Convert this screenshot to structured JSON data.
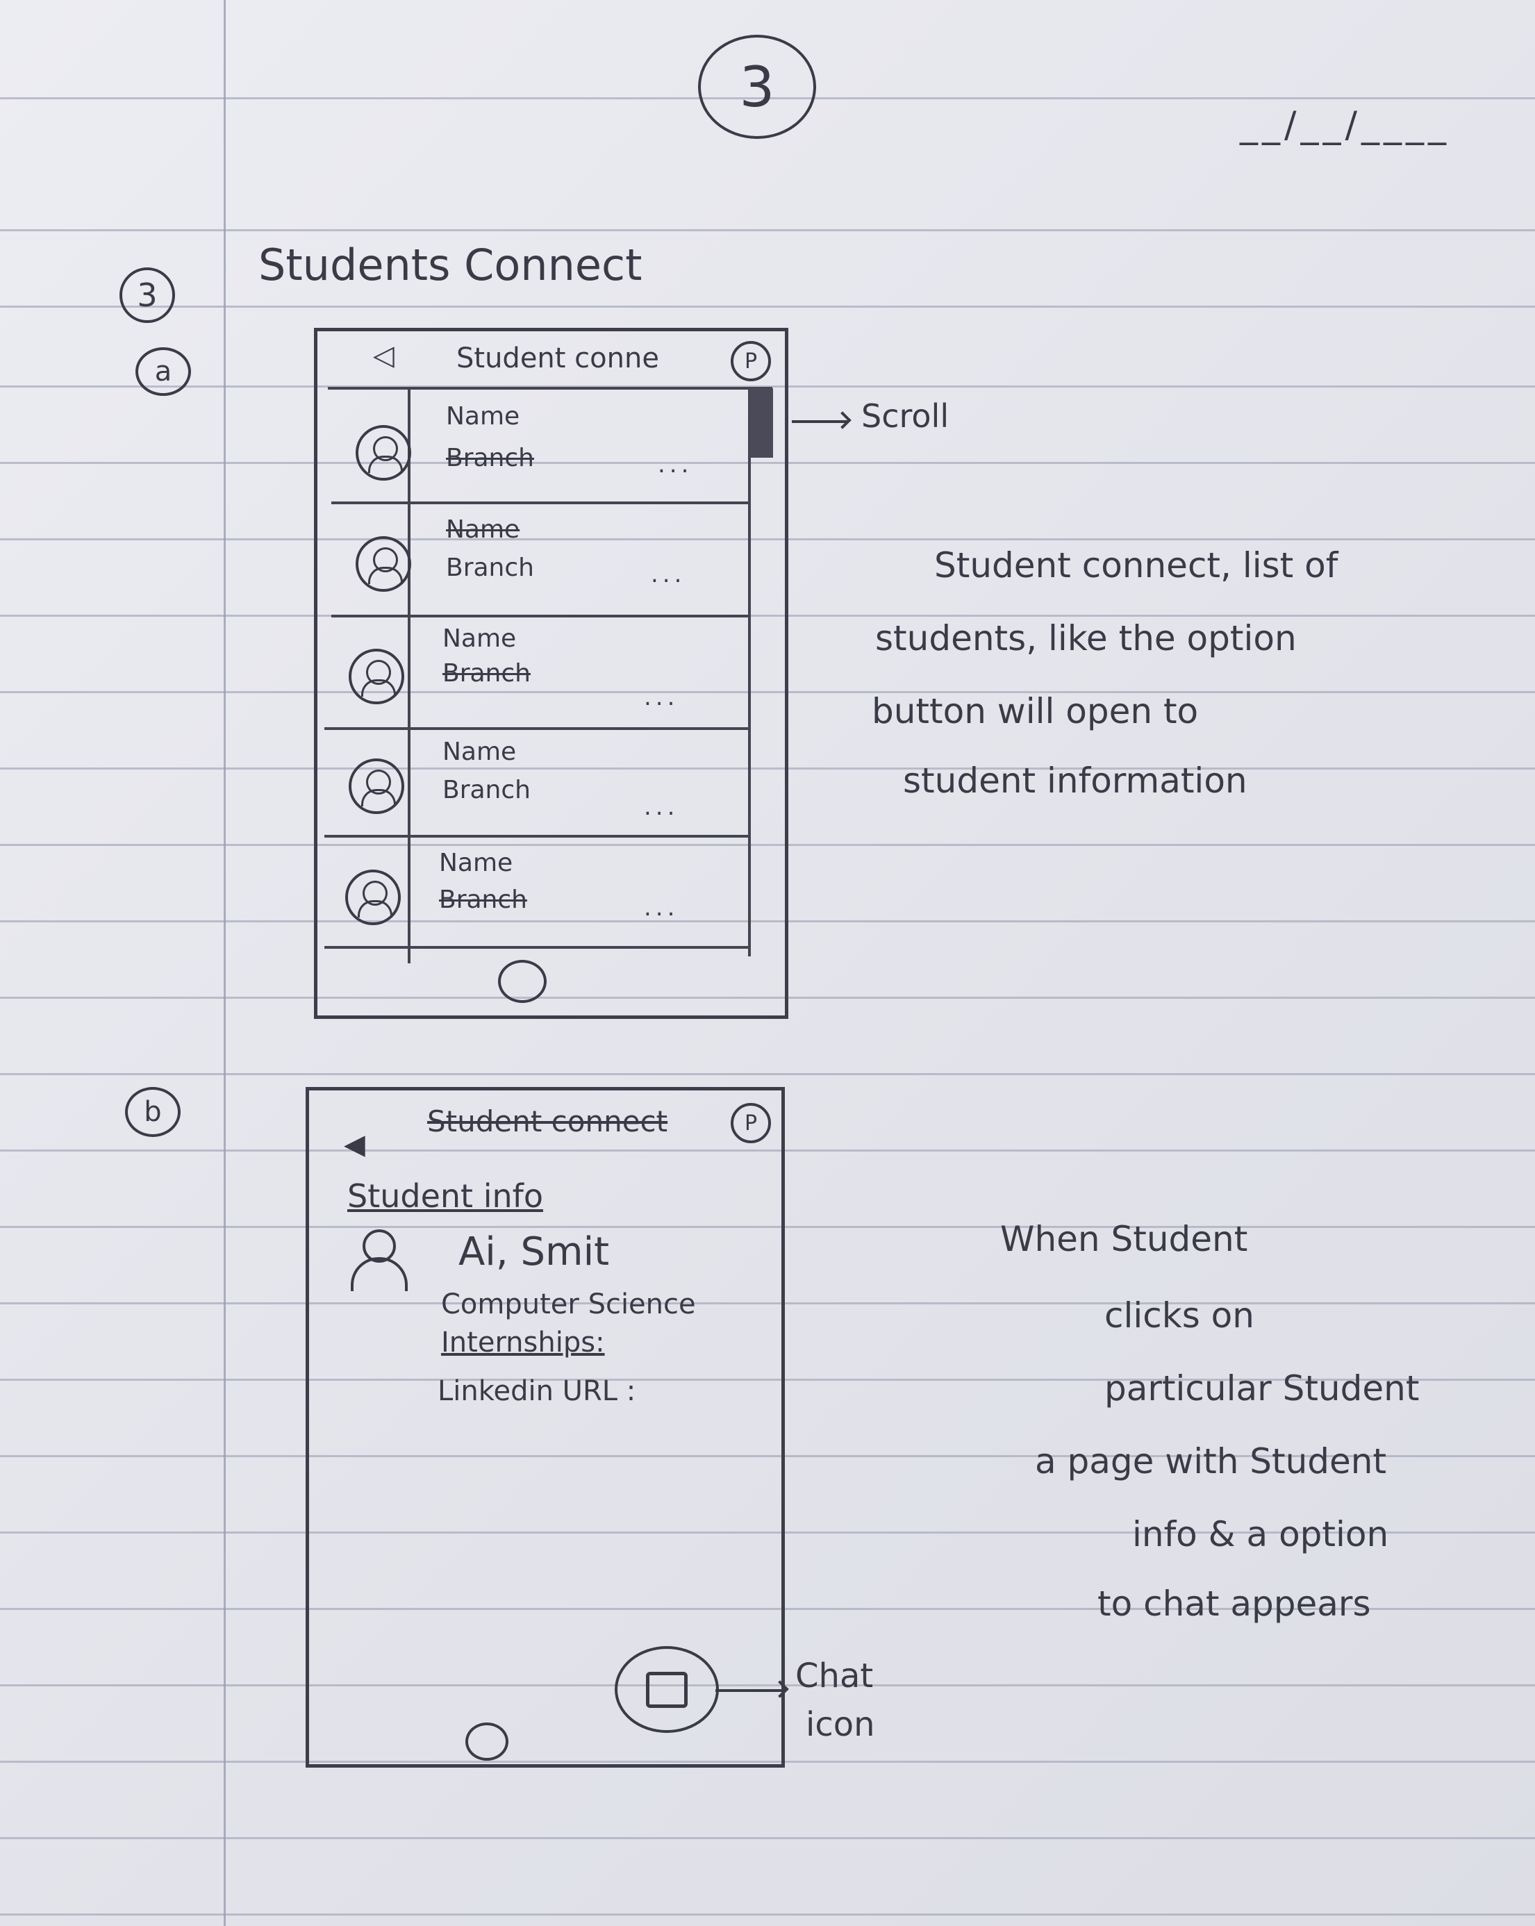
{
  "page_number": "3",
  "date_placeholder": "__/__/____",
  "section": {
    "number": "3",
    "title": "Students Connect"
  },
  "sketch_a": {
    "label": "a",
    "header": {
      "back_icon": "back-arrow-icon",
      "title": "Student conne",
      "profile_letter": "P"
    },
    "rows": [
      {
        "name": "Name",
        "branch": "Branch",
        "more": "..."
      },
      {
        "name": "Name",
        "branch": "Branch",
        "more": "..."
      },
      {
        "name": "Name",
        "branch": "Branch",
        "more": "..."
      },
      {
        "name": "Name",
        "branch": "Branch",
        "more": "..."
      },
      {
        "name": "Name",
        "branch": "Branch",
        "more": "..."
      }
    ],
    "scroll_annotation": "Scroll",
    "description": [
      "Student connect, list of",
      "students, like the option",
      "button will open to",
      "student information"
    ]
  },
  "sketch_b": {
    "label": "b",
    "header": {
      "title": "Student connect",
      "profile_letter": "P"
    },
    "subheading": "Student info",
    "student_name": "Ai, Smit",
    "branch": "Computer Science",
    "internships": "Internships:",
    "linkedin": "Linkedin URL :",
    "chat_annotation": [
      "Chat",
      "icon"
    ],
    "description": [
      "When   Student",
      "clicks   on",
      "particular Student",
      "a page with Student",
      "info & a option",
      "to chat appears"
    ]
  }
}
